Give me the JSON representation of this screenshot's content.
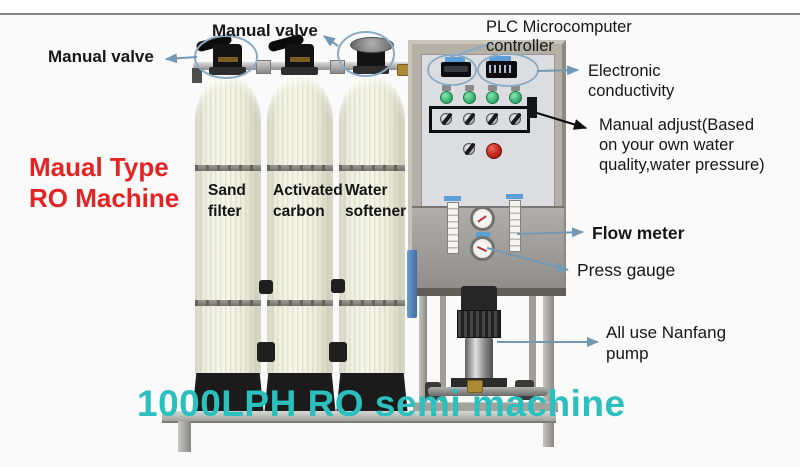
{
  "annotations": {
    "manual_valve_left": "Manual valve",
    "manual_valve_top": "Manual valve",
    "plc_controller": "PLC Microcomputer\ncontroller",
    "electronic_conductivity": "Electronic\nconductivity",
    "manual_adjust": "Manual adjust(Based\non your own water\nquality,water pressure)",
    "flow_meter": "Flow meter",
    "press_gauge": "Press gauge",
    "nanfang_pump": "All use Nanfang\npump",
    "machine_type": "Maual Type\nRO Machine",
    "banner": "1000LPH RO semi machine"
  },
  "tanks": [
    {
      "label": "Sand\nfilter"
    },
    {
      "label": "Activated\ncarbon"
    },
    {
      "label": "Water\nsoftener"
    }
  ],
  "colors": {
    "machine_type_red": "#e32424",
    "banner_cyan": "#2bc0bd",
    "callout_blue": "#7398b4",
    "callout_black": "#0d0d0d",
    "tank_body": "#f0f1e1",
    "green_button": "#2ea86a",
    "red_button": "#c1271c",
    "display_blue": "#5b9fd6"
  }
}
